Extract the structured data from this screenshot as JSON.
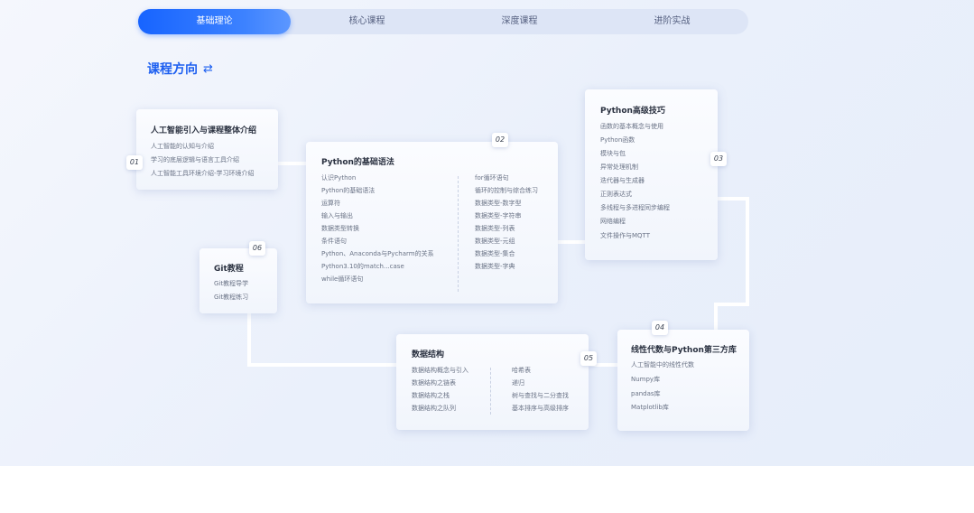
{
  "tabs": [
    "基础理论",
    "核心课程",
    "深度课程",
    "进阶实战"
  ],
  "section": {
    "title": "课程方向",
    "icon": "swap-icon"
  },
  "cards": {
    "c01": {
      "num": "01",
      "title": "人工智能引入与课程整体介绍",
      "items": [
        "人工智能的认知与介绍",
        "学习的底层逻辑与语言工具介绍",
        "人工智能工具环境介绍-学习环境介绍"
      ]
    },
    "c02": {
      "num": "02",
      "title": "Python的基础语法",
      "left": [
        "认识Python",
        "Python的基础语法",
        "运算符",
        "输入与输出",
        "数据类型转换",
        "条件语句",
        "Python、Anaconda与Pycharm的关系",
        "Python3.10的match...case",
        "while循环语句"
      ],
      "right": [
        "for循环语句",
        "循环的控制与综合练习",
        "数据类型-数字型",
        "数据类型-字符串",
        "数据类型-列表",
        "数据类型-元组",
        "数据类型-集合",
        "数据类型-字典"
      ]
    },
    "c03": {
      "num": "03",
      "title": "Python高级技巧",
      "items": [
        "函数的基本概念与使用",
        "Python函数",
        "模块与包",
        "异常处理机制",
        "迭代器与生成器",
        "正则表达式",
        "多线程与多进程同步编程",
        "网络编程",
        "文件操作与MQTT"
      ]
    },
    "c04": {
      "num": "04",
      "title": "线性代数与Python第三方库",
      "items": [
        "人工智能中的线性代数",
        "Numpy库",
        "pandas库",
        "Matplotlib库"
      ]
    },
    "c05": {
      "num": "05",
      "title": "数据结构",
      "left": [
        "数据结构概念与引入",
        "数据结构之链表",
        "数据结构之栈",
        "数据结构之队列"
      ],
      "right": [
        "哈希表",
        "递归",
        "树与查找与二分查找",
        "基本排序与高级排序"
      ]
    },
    "c06": {
      "num": "06",
      "title": "Git教程",
      "items": [
        "Git教程导学",
        "Git教程练习"
      ]
    }
  }
}
